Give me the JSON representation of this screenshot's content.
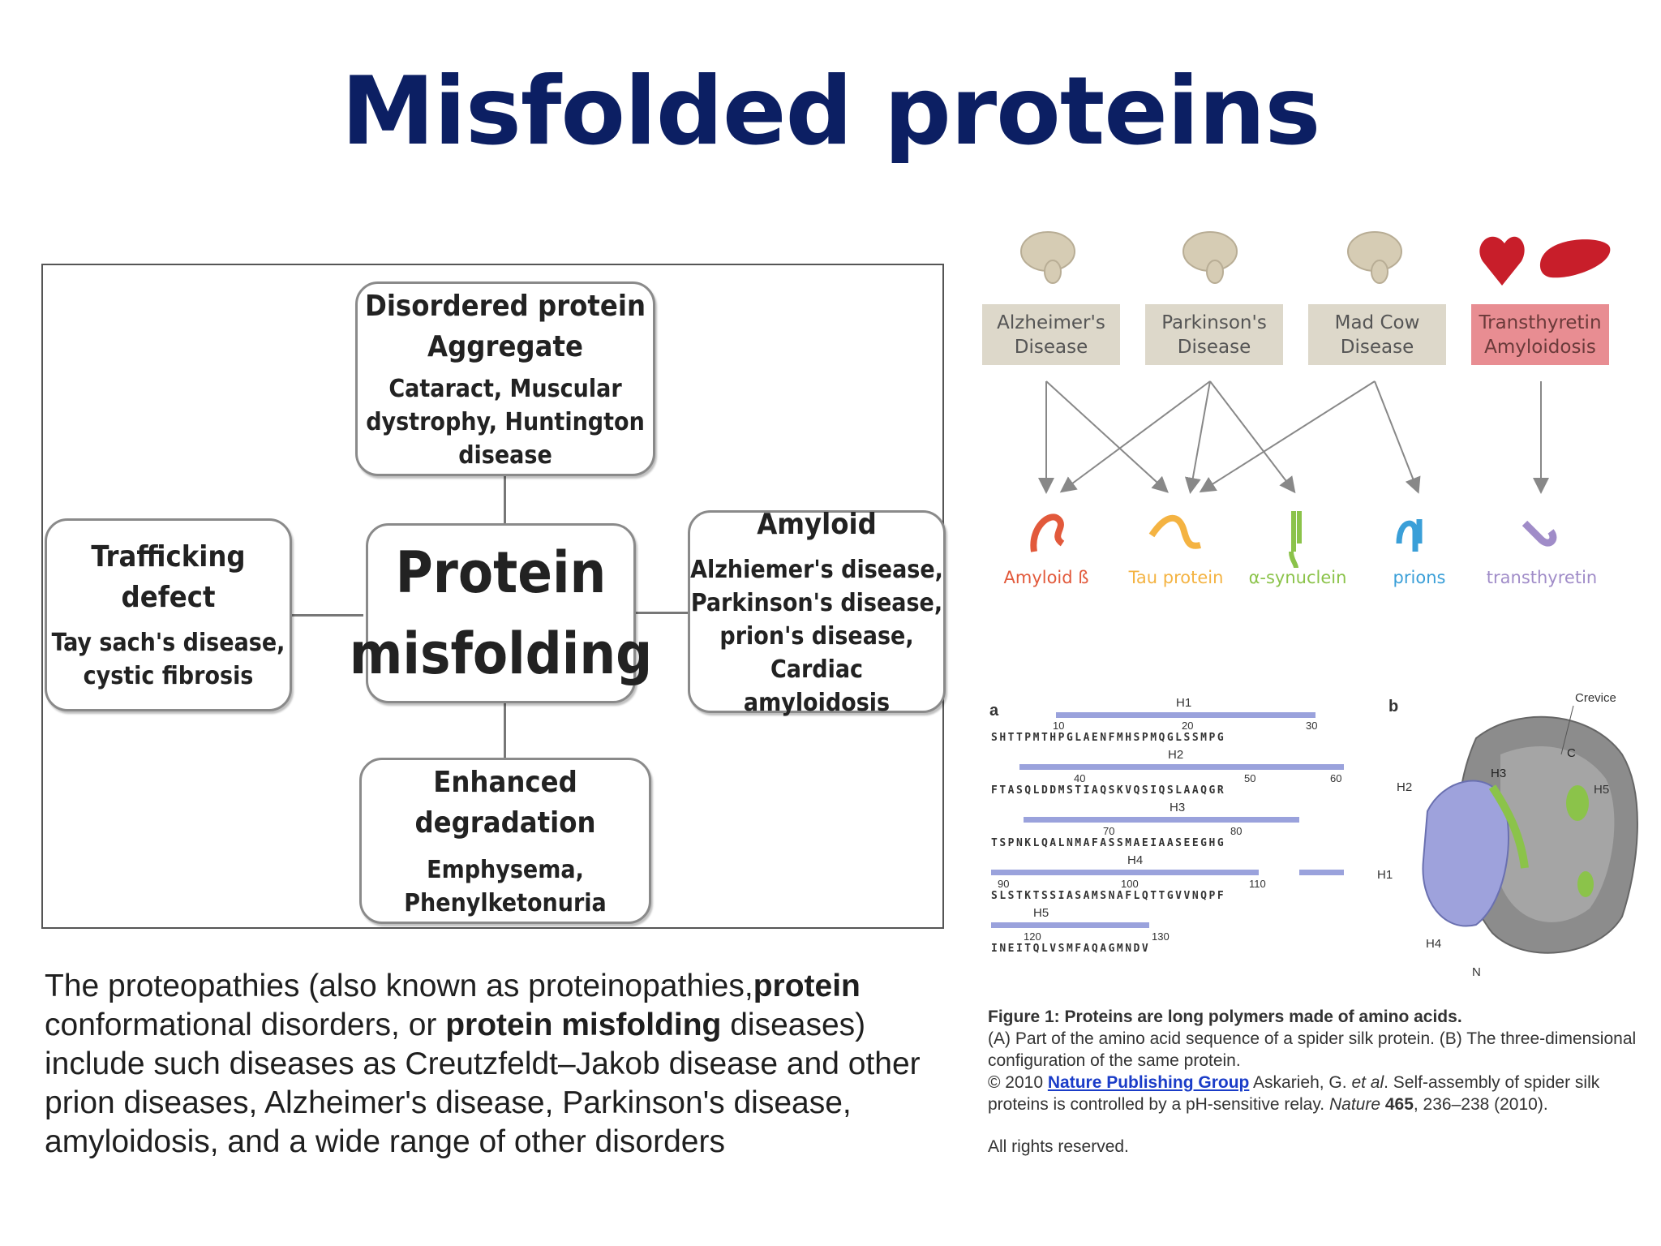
{
  "slide": {
    "title": "Misfolded proteins"
  },
  "mindmap": {
    "center": [
      "Protein",
      "misfolding"
    ],
    "top": {
      "heading": [
        "Disordered protein",
        "Aggregate"
      ],
      "examples": [
        "Cataract, Muscular",
        "dystrophy, Huntington",
        "disease"
      ]
    },
    "left": {
      "heading": [
        "Trafficking defect"
      ],
      "examples": [
        "Tay sach's disease,",
        "cystic fibrosis"
      ]
    },
    "right": {
      "heading": [
        "Amyloid"
      ],
      "examples": [
        "Alzhiemer's disease,",
        "Parkinson's disease,",
        "prion's disease, Cardiac",
        "amyloidosis"
      ]
    },
    "bottom": {
      "heading": [
        "Enhanced degradation"
      ],
      "examples": [
        "Emphysema,",
        "Phenylketonuria"
      ]
    }
  },
  "organ_diagram": {
    "diseases": [
      {
        "line1": "Alzheimer's",
        "line2": "Disease",
        "organ": "brain-icon"
      },
      {
        "line1": "Parkinson's",
        "line2": "Disease",
        "organ": "brain-icon"
      },
      {
        "line1": "Mad Cow",
        "line2": "Disease",
        "organ": "brain-icon"
      },
      {
        "line1": "Transthyretin",
        "line2": "Amyloidosis",
        "organ": "heart-liver-icon"
      }
    ],
    "proteins": [
      {
        "label": "Amyloid ß",
        "color": "#e2593b"
      },
      {
        "label": "Tau protein",
        "color": "#f4b342"
      },
      {
        "label": "α-synuclein",
        "color": "#8bc34a"
      },
      {
        "label": "prions",
        "color": "#3a9fd8"
      },
      {
        "label": "transthyretin",
        "color": "#a08cc8"
      }
    ],
    "colors": {
      "box": "#ddd8ca",
      "box_red": "#e88d92",
      "arrow": "#888888"
    }
  },
  "sequence_figure": {
    "panel_a_label": "a",
    "panel_b_label": "b",
    "rows": [
      {
        "helix": "H1",
        "nums": [
          "10",
          "20",
          "30"
        ],
        "seq": "SHTTPMTHPGLAENFMHSPMQGLSSMPG"
      },
      {
        "helix": "H2",
        "nums": [
          "40",
          "50",
          "60"
        ],
        "seq": "FTASQLDDMSTIAQSKVQSIQSLAAQGR"
      },
      {
        "helix": "H3",
        "nums": [
          "70",
          "80"
        ],
        "seq": "TSPNKLQALNMAFASSMAEIAASEEGHG"
      },
      {
        "helix": "H4",
        "nums": [
          "90",
          "100",
          "110"
        ],
        "seq": "SLSTKTSSIASAMSNAFLQTTGVVNQPF"
      },
      {
        "helix": "H5",
        "nums": [
          "120",
          "130"
        ],
        "seq": "INEITQLVSMFAQAGMNDV"
      }
    ],
    "structure_labels": [
      "Crevice",
      "C",
      "H3",
      "H5",
      "H2",
      "H1",
      "H4",
      "N"
    ]
  },
  "body": {
    "p1": "The proteopathies (also known as proteinopathies,",
    "b1": "protein",
    "p2": " conformational disorders, or ",
    "b2": "protein misfolding",
    "p3": " diseases) include such diseases as Creutzfeldt–Jakob disease and other prion diseases, Alzheimer's disease, Parkinson's disease, amyloidosis, and a wide range of other disorders"
  },
  "caption": {
    "heading": "Figure 1: Proteins are long polymers made of amino acids.",
    "line1": "(A) Part of the amino acid sequence of a spider silk protein. (B) The three-dimensional configuration of the same protein.",
    "copy_prefix": "© 2010 ",
    "publisher_link": "Nature Publishing Group",
    "authors": " Askarieh, G. ",
    "etal": "et al",
    "ref_text": ". Self-assembly of spider silk proteins is controlled by a pH-sensitive relay. ",
    "journal": "Nature",
    "volume": " 465",
    "pages": ", 236–238 (2010).",
    "rights": "All rights reserved."
  }
}
